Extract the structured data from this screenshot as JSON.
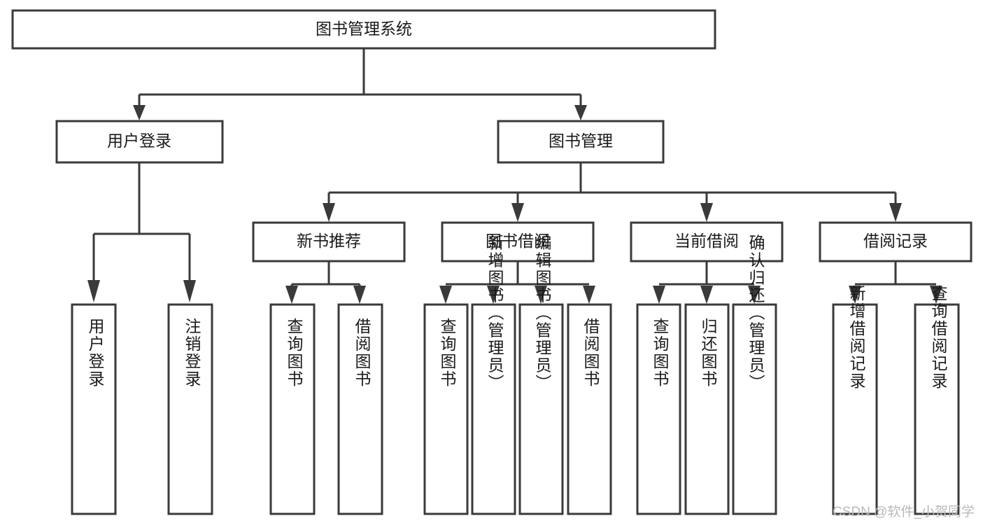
{
  "diagram": {
    "type": "tree-hierarchy-flowchart",
    "title": "图书管理系统",
    "watermark": "CSDN @软件_小贺同学",
    "colors": {
      "background": "#ffffff",
      "node_fill": "#ffffff",
      "node_stroke": "#3a3a3a",
      "connector": "#3a3a3a",
      "text": "#1a1a1a",
      "watermark": "#b9b9b9"
    },
    "levels": {
      "root": {
        "label": "图书管理系统"
      },
      "level2": [
        {
          "label": "用户登录"
        },
        {
          "label": "图书管理"
        }
      ],
      "level3": [
        {
          "label": "新书推荐"
        },
        {
          "label": "图书借阅"
        },
        {
          "label": "当前借阅"
        },
        {
          "label": "借阅记录"
        }
      ],
      "leaves_user_login": [
        {
          "label": "用户登录"
        },
        {
          "label": "注销登录"
        }
      ],
      "leaves_new_book": [
        {
          "label": "查询图书"
        },
        {
          "label": "借阅图书"
        }
      ],
      "leaves_borrow": [
        {
          "label": "查询图书"
        },
        {
          "label": "新增图书（管理员）"
        },
        {
          "label": "编辑图书（管理员）"
        },
        {
          "label": "借阅图书"
        }
      ],
      "leaves_current": [
        {
          "label": "查询图书"
        },
        {
          "label": "归还图书"
        },
        {
          "label": "确认归还（管理员）"
        }
      ],
      "leaves_records": [
        {
          "label": "新增借阅记录"
        },
        {
          "label": "查询借阅记录"
        }
      ]
    }
  }
}
